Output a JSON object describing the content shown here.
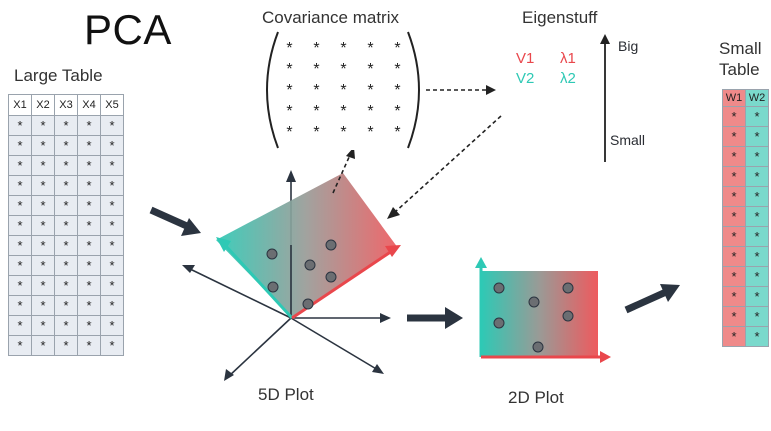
{
  "title": "PCA",
  "large_table": {
    "label": "Large Table",
    "headers": [
      "X1",
      "X2",
      "X3",
      "X4",
      "X5"
    ],
    "rows": 12,
    "cell": "*"
  },
  "covariance": {
    "label": "Covariance matrix",
    "rows": 5,
    "cols": 5,
    "cell": "*"
  },
  "eigen": {
    "label": "Eigenstuff",
    "v1": "V1",
    "l1": "λ1",
    "v2": "V2",
    "l2": "λ2",
    "big": "Big",
    "small": "Small"
  },
  "plot5d": {
    "label": "5D Plot"
  },
  "plot2d": {
    "label": "2D Plot"
  },
  "small_table": {
    "label_line1": "Small",
    "label_line2": "Table",
    "headers": [
      "W1",
      "W2"
    ],
    "rows": 12,
    "cell": "*"
  },
  "colors": {
    "red": "#e9474c",
    "teal": "#2ec9b5",
    "arrow": "#2b3440",
    "red_fill": "#ef8a8a",
    "teal_fill": "#7ad9cc"
  }
}
